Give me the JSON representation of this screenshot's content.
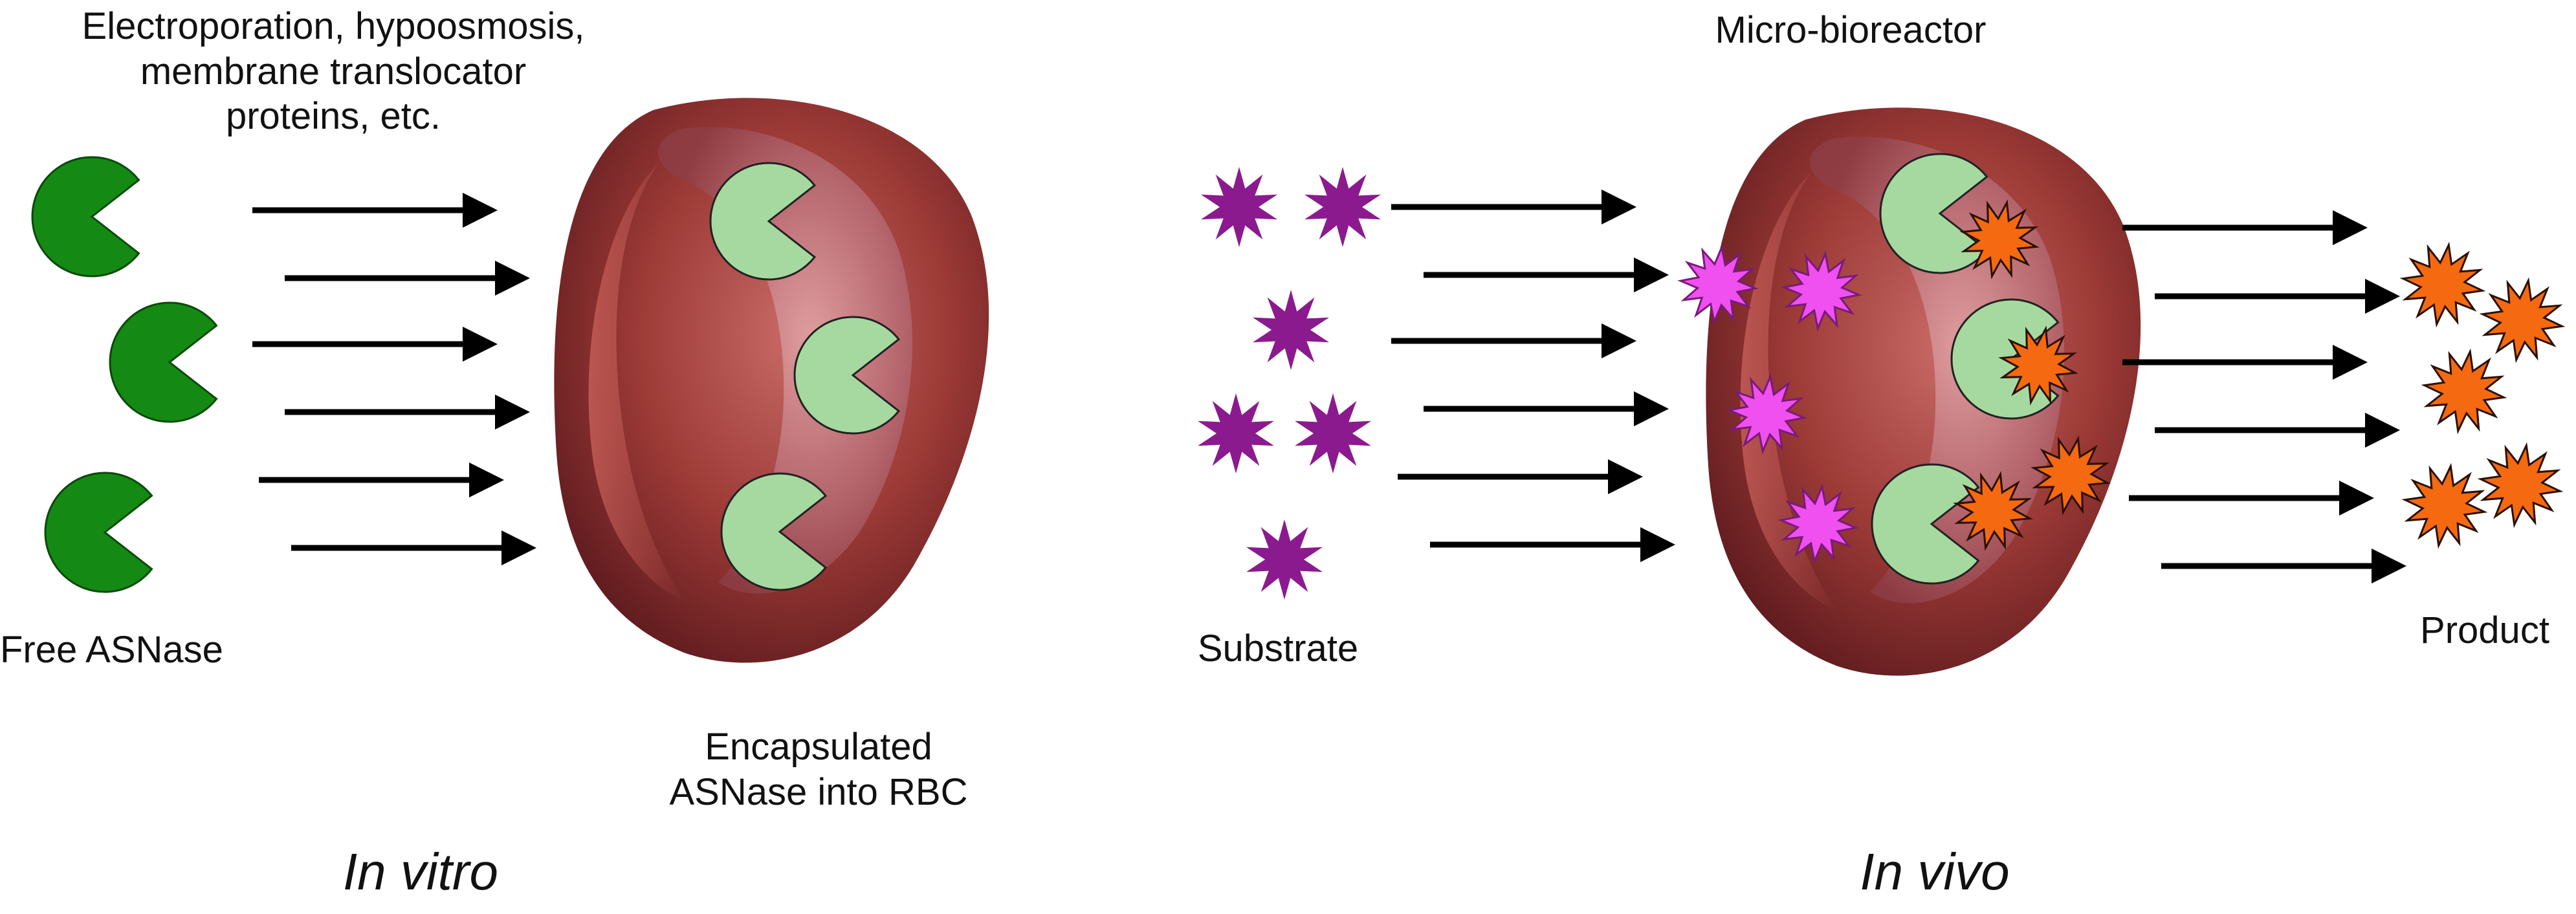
{
  "labels": {
    "method_line1": "Electroporation, hypoosmosis,",
    "method_line2": "membrane translocator",
    "method_line3": "proteins, etc.",
    "free_asnase": "Free ASNase",
    "encapsulated_line1": "Encapsulated",
    "encapsulated_line2": "ASNase into RBC",
    "in_vitro": "In vitro",
    "micro_bioreactor": "Micro-bioreactor",
    "substrate": "Substrate",
    "product": "Product",
    "in_vivo": "In vivo"
  },
  "colors": {
    "free_enzyme": "#148a14",
    "free_enzyme_edge": "#0a4a0a",
    "encapsulated_enzyme": "#a6d9a0",
    "encapsulated_enzyme_edge": "#222222",
    "substrate_outside": "#8b1a8f",
    "substrate_inside": "#f050ef",
    "product": "#f56a10",
    "product_edge": "#2a1000",
    "arrow": "#000000",
    "rbc_light": "#d2706a",
    "rbc_mid": "#9c3a36",
    "rbc_dark": "#5e1a1e"
  },
  "icons": {
    "enzyme": "pacman-icon",
    "substrate": "starburst-icon",
    "product": "starburst-icon",
    "cell": "red-blood-cell-icon"
  }
}
